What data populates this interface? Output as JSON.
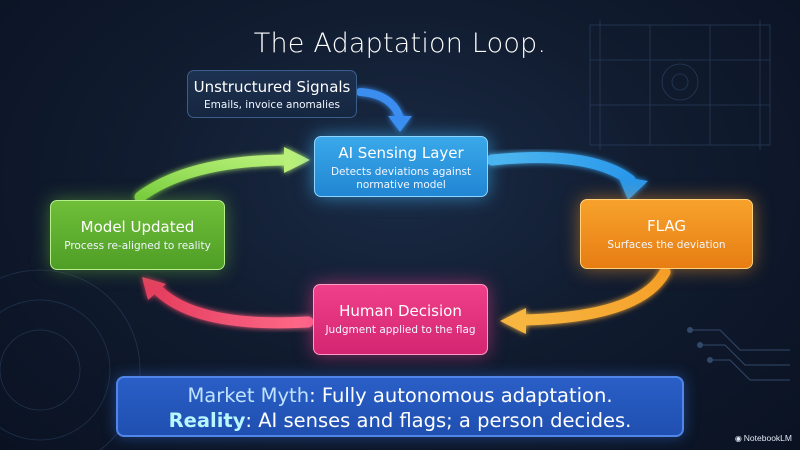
{
  "title": "The Adaptation Loop.",
  "nodes": {
    "signals": {
      "title": "Unstructured Signals",
      "subtitle": "Emails, invoice anomalies"
    },
    "sensing": {
      "title": "AI Sensing Layer",
      "subtitle": "Detects deviations against normative model"
    },
    "flag": {
      "title": "FLAG",
      "subtitle": "Surfaces the deviation"
    },
    "human": {
      "title": "Human Decision",
      "subtitle": "Judgment applied to the flag"
    },
    "model": {
      "title": "Model Updated",
      "subtitle": "Process re-aligned to reality"
    }
  },
  "summary": {
    "myth_label": "Market Myth",
    "myth_text": ": Fully autonomous adaptation.",
    "reality_label": "Reality",
    "reality_text": ": AI senses and flags; a person decides."
  },
  "brand": {
    "icon": "notebooklm-icon",
    "label": "NotebookLM"
  },
  "colors": {
    "sensing": "#2b95de",
    "flag": "#f08f20",
    "human": "#e2317d",
    "model": "#5fae30",
    "signals": "#1a2c48",
    "summary": "#2557bb"
  }
}
